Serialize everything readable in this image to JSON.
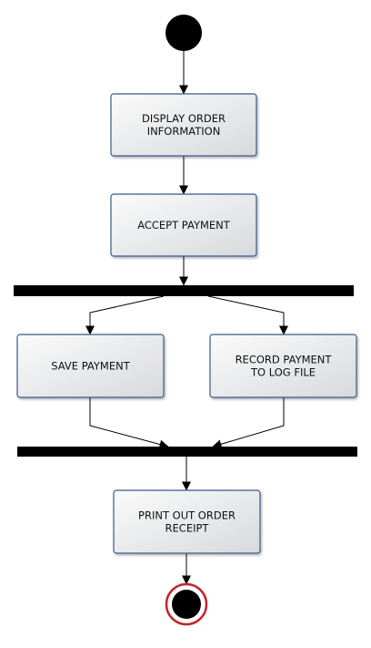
{
  "diagram": {
    "type": "uml-activity",
    "nodes": [
      {
        "id": "start",
        "kind": "initial"
      },
      {
        "id": "display",
        "kind": "action",
        "lines": [
          "DISPLAY ORDER",
          "INFORMATION"
        ]
      },
      {
        "id": "accept",
        "kind": "action",
        "lines": [
          "ACCEPT PAYMENT"
        ]
      },
      {
        "id": "fork",
        "kind": "fork"
      },
      {
        "id": "save",
        "kind": "action",
        "lines": [
          "SAVE PAYMENT"
        ]
      },
      {
        "id": "record",
        "kind": "action",
        "lines": [
          "RECORD PAYMENT",
          "TO LOG FILE"
        ]
      },
      {
        "id": "join",
        "kind": "join"
      },
      {
        "id": "print",
        "kind": "action",
        "lines": [
          "PRINT OUT ORDER",
          "RECEIPT"
        ]
      },
      {
        "id": "end",
        "kind": "final"
      }
    ],
    "edges": [
      [
        "start",
        "display"
      ],
      [
        "display",
        "accept"
      ],
      [
        "accept",
        "fork"
      ],
      [
        "fork",
        "save"
      ],
      [
        "fork",
        "record"
      ],
      [
        "save",
        "join"
      ],
      [
        "record",
        "join"
      ],
      [
        "join",
        "print"
      ],
      [
        "print",
        "end"
      ]
    ]
  },
  "colors": {
    "box_border": "#3b5a8a",
    "box_fill_top": "#fbfbfb",
    "box_fill_bottom": "#d7d9dc",
    "bar": "#000000",
    "final_ring": "#c0272d"
  }
}
